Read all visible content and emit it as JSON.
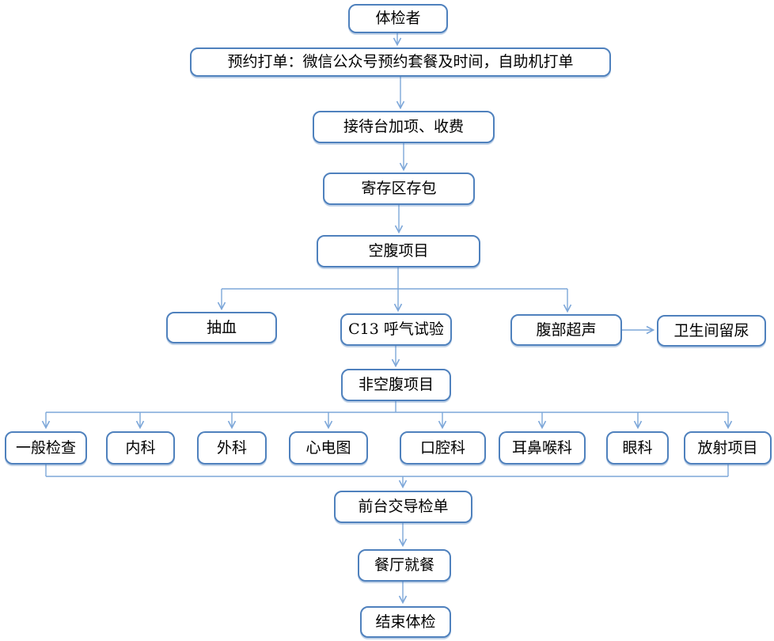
{
  "diagram": {
    "type": "flowchart",
    "colors": {
      "box_border": "#4f81bd",
      "box_fill": "#ffffff",
      "connector": "#7da7d9",
      "text": "#000000",
      "background": "#ffffff"
    },
    "nodes": {
      "examinee": {
        "label": "体检者"
      },
      "booking": {
        "label": "预约打单：微信公众号预约套餐及时间，自助机打单"
      },
      "reception": {
        "label": "接待台加项、收费"
      },
      "storage": {
        "label": "寄存区存包"
      },
      "fasting": {
        "label": "空腹项目"
      },
      "blood": {
        "label": "抽血"
      },
      "c13": {
        "label": "C13 呼气试验"
      },
      "ultrasound": {
        "label": "腹部超声"
      },
      "urine": {
        "label": "卫生间留尿"
      },
      "nonfasting": {
        "label": "非空腹项目"
      },
      "general": {
        "label": "一般检查"
      },
      "internal": {
        "label": "内科"
      },
      "surgery": {
        "label": "外科"
      },
      "ecg": {
        "label": "心电图"
      },
      "dental": {
        "label": "口腔科"
      },
      "ent": {
        "label": "耳鼻喉科"
      },
      "eye": {
        "label": "眼科"
      },
      "radiology": {
        "label": "放射项目"
      },
      "frontdesk": {
        "label": "前台交导检单"
      },
      "dining": {
        "label": "餐厅就餐"
      },
      "end": {
        "label": "结束体检"
      }
    },
    "edges": [
      "examinee→booking",
      "booking→reception",
      "reception→storage",
      "storage→fasting",
      "fasting→blood",
      "fasting→c13",
      "fasting→ultrasound",
      "ultrasound→urine",
      "c13→nonfasting",
      "nonfasting→general",
      "nonfasting→internal",
      "nonfasting→surgery",
      "nonfasting→ecg",
      "nonfasting→dental",
      "nonfasting→ent",
      "nonfasting→eye",
      "nonfasting→radiology",
      "general→frontdesk",
      "radiology→frontdesk",
      "frontdesk→dining",
      "dining→end"
    ]
  }
}
